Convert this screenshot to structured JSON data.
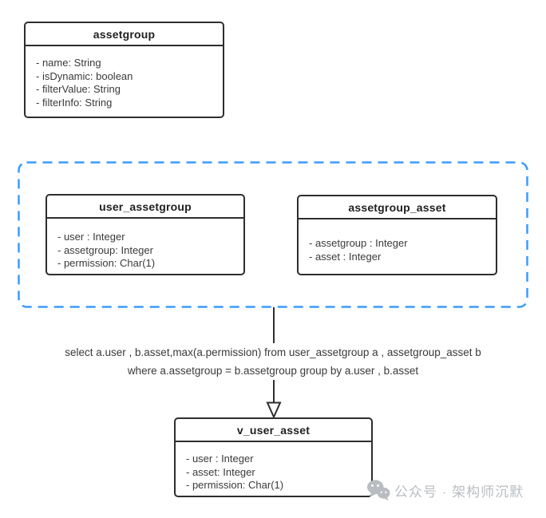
{
  "diagram": {
    "classes": [
      {
        "title": "assetgroup",
        "fields": [
          "- name: String",
          "- isDynamic: boolean",
          "- filterValue: String",
          "- filterInfo: String"
        ]
      },
      {
        "title": "user_assetgroup",
        "fields": [
          "- user : Integer",
          "- assetgroup: Integer",
          "- permission: Char(1)"
        ]
      },
      {
        "title": "assetgroup_asset",
        "fields": [
          "- assetgroup : Integer",
          "- asset : Integer"
        ]
      },
      {
        "title": "v_user_asset",
        "fields": [
          "- user : Integer",
          "- asset: Integer",
          "- permission: Char(1)"
        ]
      }
    ],
    "sql_annotation": {
      "line1": "select a.user , b.asset,max(a.permission) from user_assetgroup a , assetgroup_asset b",
      "line2": "where a.assetgroup = b.assetgroup group by a.user , b.asset"
    },
    "watermark": {
      "icon": "wechat-icon",
      "text": "公众号 · 架构师沉默"
    },
    "colors": {
      "box_border": "#2e2e2e",
      "dashed_container": "#3b9bff",
      "title_text": "#1f1f1f",
      "field_text": "#3a3a3a",
      "arrow": "#2e2e2e",
      "watermark_text": "#b9bdc1",
      "background": "#ffffff"
    }
  }
}
